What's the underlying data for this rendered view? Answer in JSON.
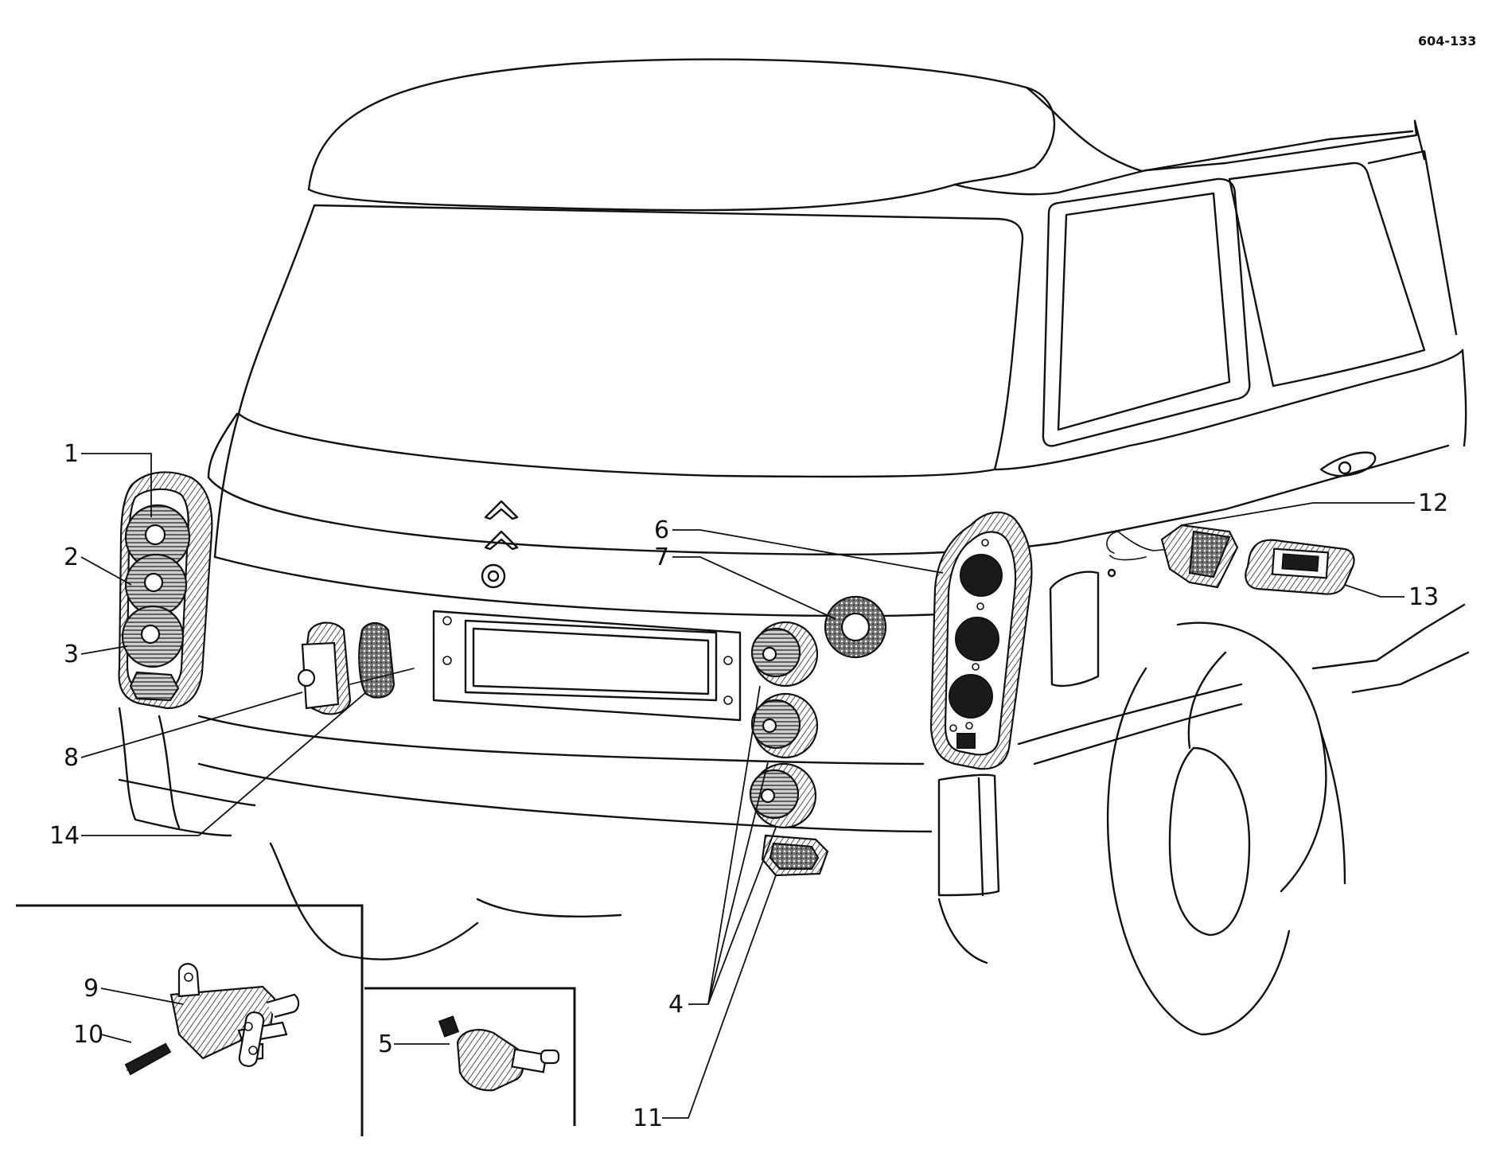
{
  "drawing_reference": "604-133",
  "callouts": {
    "c1": "1",
    "c2": "2",
    "c3": "3",
    "c4": "4",
    "c5": "5",
    "c6": "6",
    "c7": "7",
    "c8": "8",
    "c9": "9",
    "c10": "10",
    "c11": "11",
    "c12": "12",
    "c13": "13",
    "c14": "14"
  }
}
